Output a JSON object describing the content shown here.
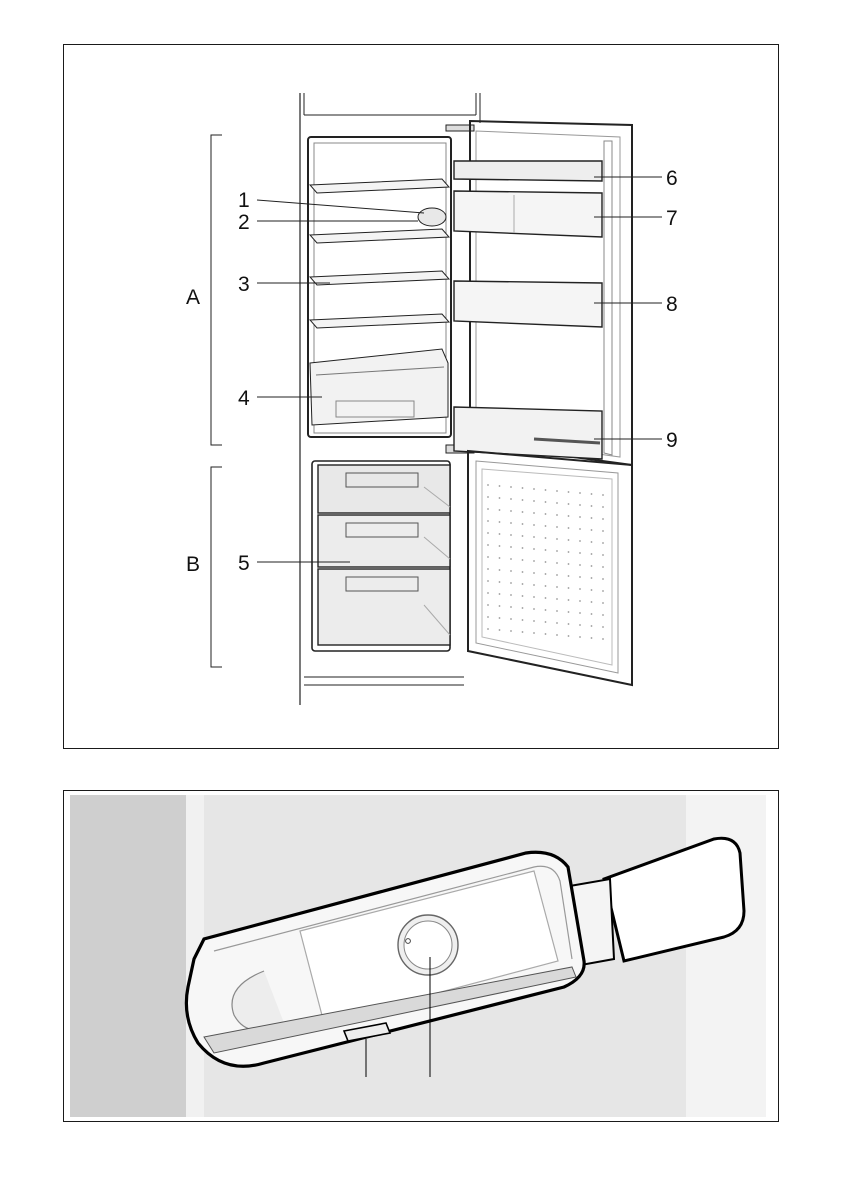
{
  "figure_top": {
    "section_labels": {
      "fridge": "A",
      "freezer": "B"
    },
    "callouts": [
      "1",
      "2",
      "3",
      "4",
      "5",
      "6",
      "7",
      "8",
      "9"
    ]
  },
  "figure_bottom": {
    "description_free": true,
    "background_color": "#e6e6e6",
    "outline_color": "#000000"
  }
}
